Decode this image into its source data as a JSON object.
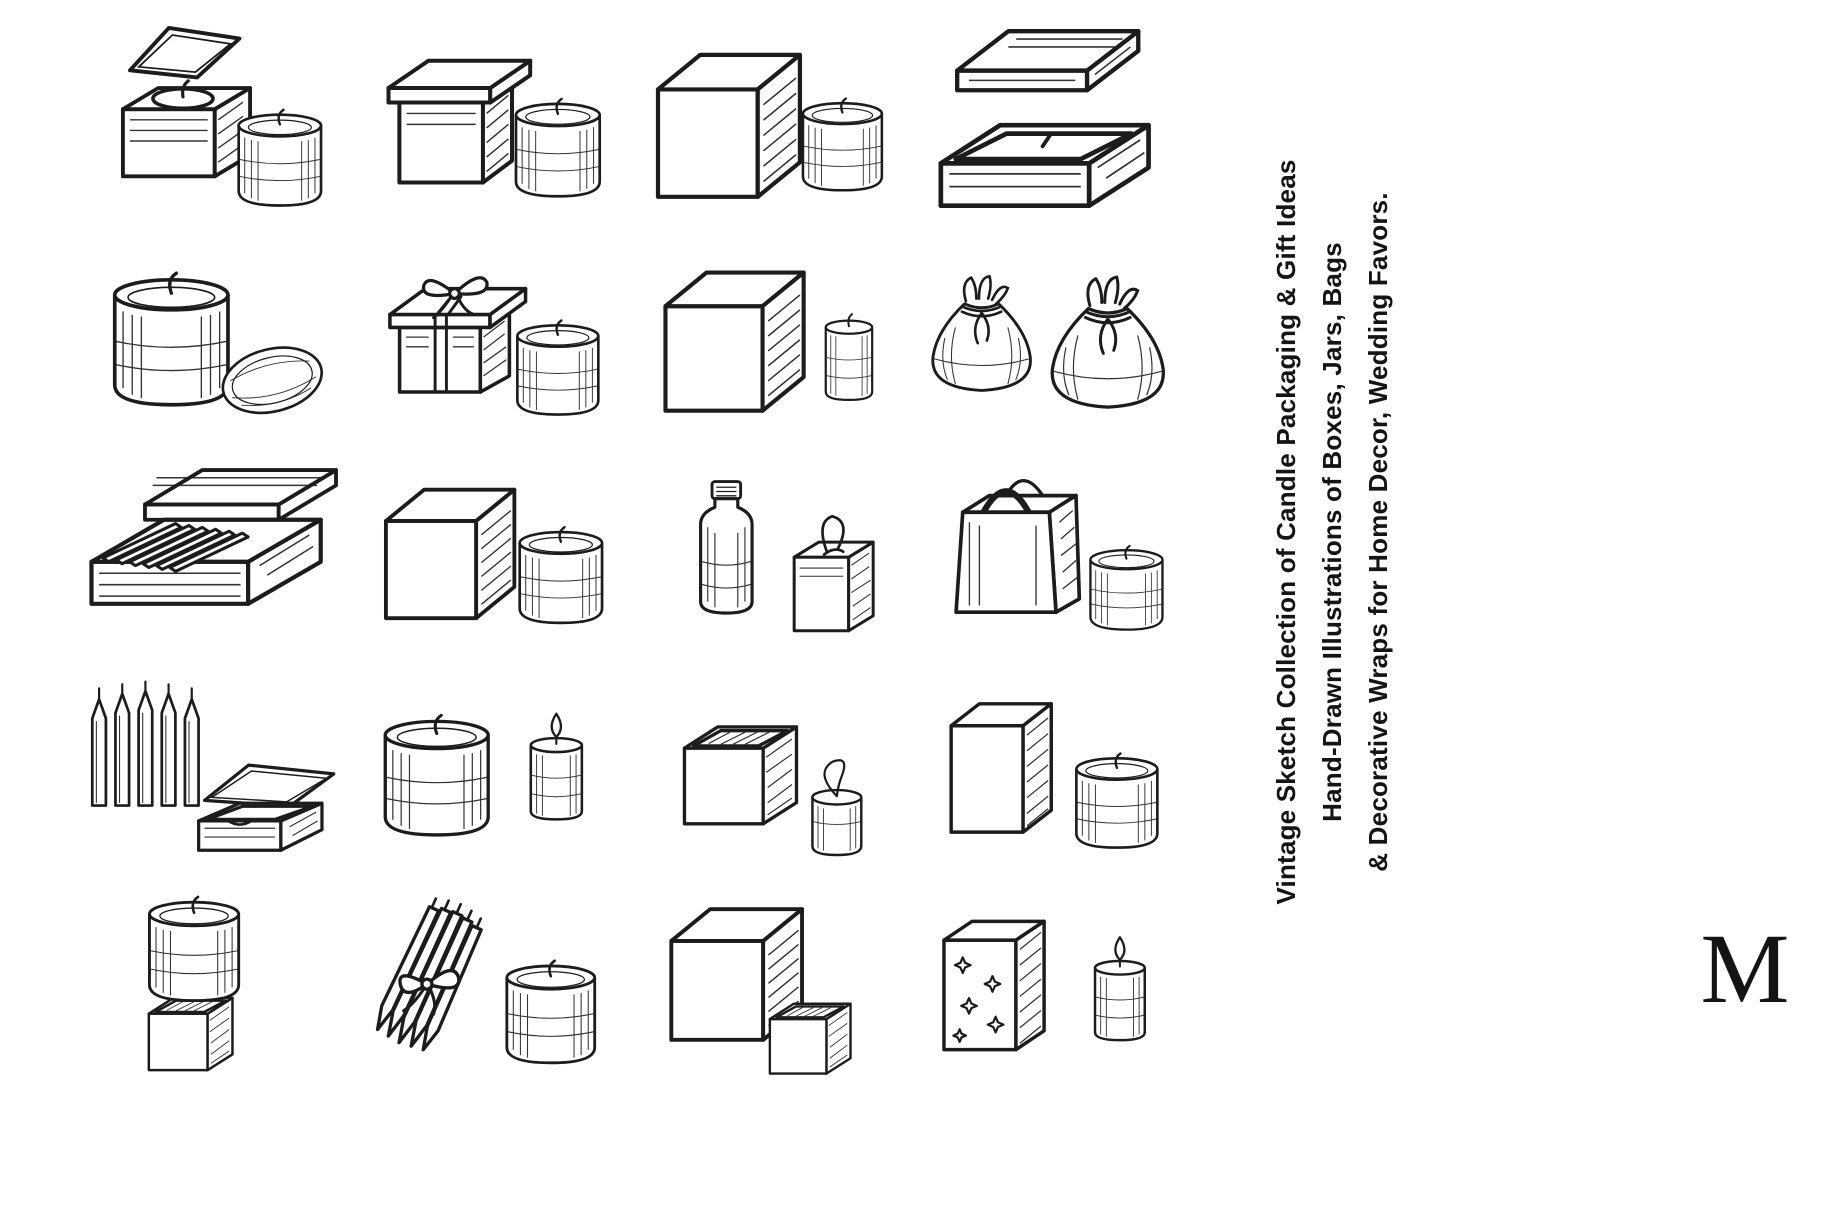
{
  "theme": {
    "paper": "#ffffff",
    "ink": "#1c1c1c",
    "text": "#141414"
  },
  "caption": {
    "lines": [
      "Vintage Sketch Collection of Candle Packaging & Gift Ideas",
      "Hand-Drawn Illustrations of Boxes, Jars, Bags",
      "& Decorative Wraps for Home Decor, Wedding Favors."
    ]
  },
  "watermark": {
    "letter": "M"
  },
  "sketches": [
    {
      "name": "open-box-with-candle-and-jar",
      "label": "Open gift box with candle inside and a small candle jar"
    },
    {
      "name": "lidded-box-with-candle-jar",
      "label": "Closed lidded box with glass candle jar"
    },
    {
      "name": "cube-box-with-candle-jar",
      "label": "Large cube box with glass candle jar"
    },
    {
      "name": "candle-tin-with-lifted-lid",
      "label": "Shallow candle tin with lifted lid"
    },
    {
      "name": "candle-jar-with-round-lid",
      "label": "Cylindrical candle jar with round lid leaning beside it"
    },
    {
      "name": "ribbon-gift-box-with-candle-jar",
      "label": "Gift box tied with ribbon bow and candle jar"
    },
    {
      "name": "tall-box-with-pillar-candle",
      "label": "Tall box with pillar candle"
    },
    {
      "name": "two-drawstring-pouches",
      "label": "Two drawstring fabric pouches"
    },
    {
      "name": "open-box-of-taper-candles",
      "label": "Open box of taper candles with lid"
    },
    {
      "name": "cube-box-with-candle-jar-2",
      "label": "Cube box with glass candle jar"
    },
    {
      "name": "bottle-jar-with-tied-box",
      "label": "Tall bottle jar with small string-tied box"
    },
    {
      "name": "gift-bag-with-candle-jar",
      "label": "Paper gift bag with rope handles and candle jar"
    },
    {
      "name": "taper-candles-with-open-box",
      "label": "Standing taper candles with open shallow box"
    },
    {
      "name": "candle-jar-with-lit-pillar",
      "label": "Candle jar with lit pillar candle"
    },
    {
      "name": "open-top-box-with-loop-wick-candle",
      "label": "Open-top box with loop-wick candle"
    },
    {
      "name": "tall-box-with-candle-jar",
      "label": "Tall rectangular box with candle jar"
    },
    {
      "name": "candle-jar-in-open-box",
      "label": "Candle jar sitting in an open box"
    },
    {
      "name": "ribbon-tied-candle-bundle-with-jar",
      "label": "Ribbon-tied bundle of taper candles with candle jar"
    },
    {
      "name": "cube-box-with-small-open-box",
      "label": "Cube box with small open box"
    },
    {
      "name": "sparkle-box-with-lit-pillar",
      "label": "Decorated sparkle box with lit pillar candle"
    }
  ]
}
